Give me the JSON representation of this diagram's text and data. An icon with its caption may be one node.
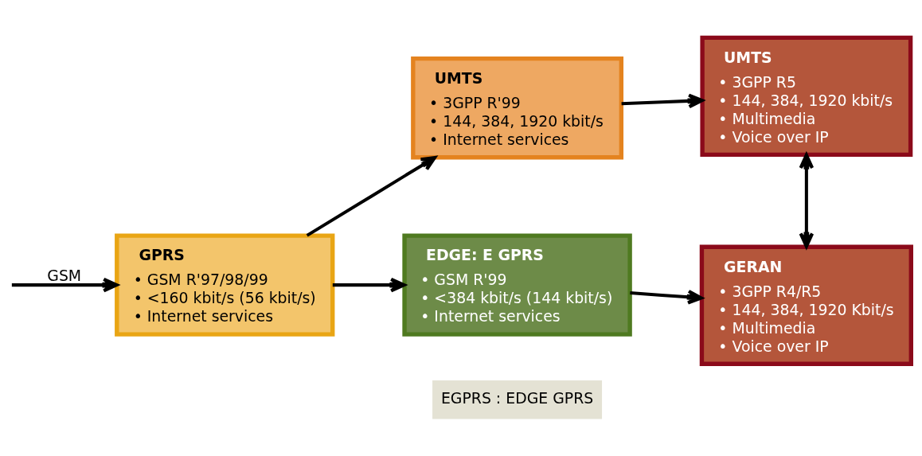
{
  "diagram": {
    "nodes": [
      {
        "text": [
          "GPRS",
          "• GSM R'97/98/99",
          "• <160 kbit/s (56 kbit/s)",
          "• Internet services"
        ]
      },
      {
        "text": [
          "UMTS",
          "• 3GPP R'99",
          "• 144, 384, 1920 kbit/s",
          "• Internet services"
        ]
      },
      {
        "text": [
          "UMTS",
          "• 3GPP R5",
          "• 144, 384, 1920 kbit/s",
          "• Multimedia",
          "• Voice over IP"
        ]
      },
      {
        "text": [
          "EDGE: E GPRS",
          "• GSM R'99",
          "• <384 kbit/s (144 kbit/s)",
          "• Internet services"
        ]
      },
      {
        "text": [
          "GERAN",
          "• 3GPP R4/R5",
          "• 144, 384, 1920 Kbit/s",
          "• Multimedia",
          "• Voice over IP"
        ]
      }
    ],
    "edges": [
      {
        "from": null,
        "to": 0,
        "arrow": "to",
        "label": "GSM"
      },
      {
        "from": 0,
        "to": 1,
        "arrow": "to"
      },
      {
        "from": 1,
        "to": 2,
        "arrow": "to"
      },
      {
        "from": 0,
        "to": 3,
        "arrow": "to"
      },
      {
        "from": 3,
        "to": 4,
        "arrow": "to"
      },
      {
        "from": 2,
        "to": 4,
        "arrow": "both"
      }
    ],
    "labels": [
      "EGPRS : EDGE GPRS"
    ]
  }
}
